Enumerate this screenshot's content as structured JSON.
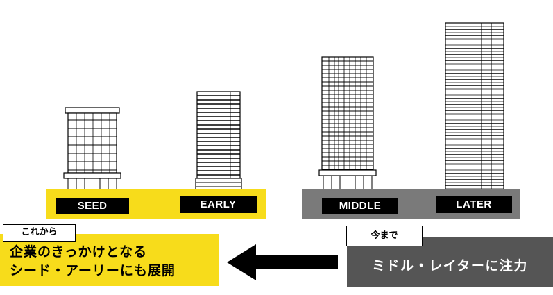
{
  "colors": {
    "accent_yellow": "#f7dc1b",
    "gray_band": "#7a7a7a",
    "dark_box": "#555555",
    "black": "#000000",
    "white": "#ffffff"
  },
  "stages": {
    "seed": "SEED",
    "early": "EARLY",
    "middle": "MIDDLE",
    "later": "LATER"
  },
  "future": {
    "tag": "これから",
    "line1": "企業のきっかけとなる",
    "line2": "シード・アーリーにも展開"
  },
  "past": {
    "tag": "今まで",
    "text": "ミドル・レイターに注力"
  },
  "icons": {
    "arrow": "left-arrow-icon",
    "buildings": [
      "building-seed-icon",
      "building-early-icon",
      "building-middle-icon",
      "building-later-icon"
    ]
  }
}
